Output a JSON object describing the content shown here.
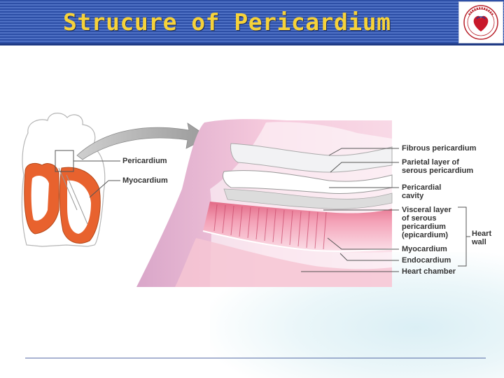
{
  "slide": {
    "title": "Strucure of Pericardium"
  },
  "logo": {
    "icon": "heart-society-logo"
  },
  "left_figure": {
    "labels": {
      "pericardium": "Pericardium",
      "myocardium": "Myocardium"
    }
  },
  "right_figure": {
    "labels": {
      "fibrous_pericardium": "Fibrous pericardium",
      "parietal_layer": "Parietal layer of\nserous pericardium",
      "pericardial_cavity": "Pericardial\ncavity",
      "visceral_layer": "Visceral layer\nof serous\npericardium\n(epicardium)",
      "myocardium": "Myocardium",
      "endocardium": "Endocardium",
      "heart_chamber": "Heart chamber",
      "heart_wall": "Heart\nwall"
    }
  },
  "colors": {
    "title": "#f6d23a",
    "header": "#2d4fa6",
    "myocardium_orange": "#e8622e",
    "tissue_pink": "#f2a9c0"
  }
}
